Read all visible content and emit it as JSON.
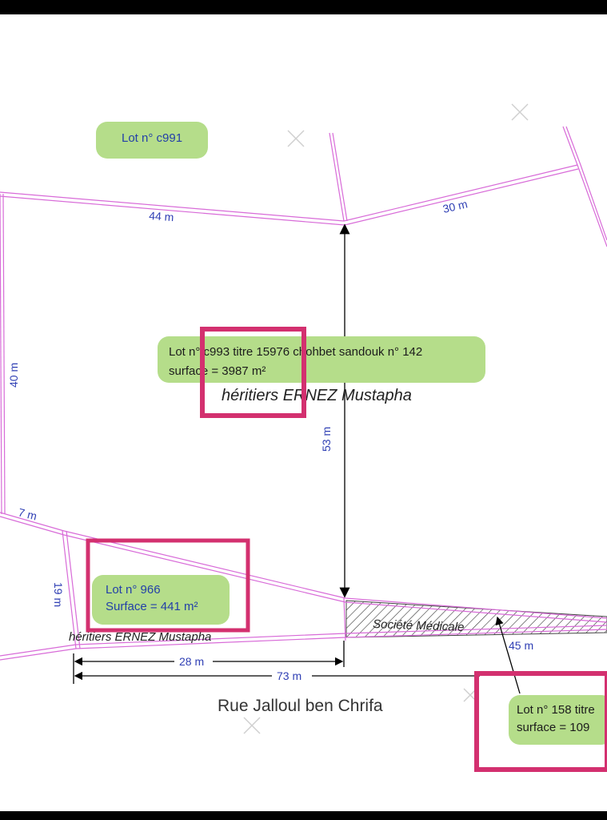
{
  "lots": {
    "c991": {
      "label": "Lot n° c991"
    },
    "c993": {
      "line1": "Lot n° c993 titre 15976 chohbet sandouk n° 142",
      "line2": "surface = 3987 m²",
      "owner": "héritiers ERNEZ Mustapha"
    },
    "lot966": {
      "line1": "Lot n° 966",
      "line2": "Surface = 441 m²",
      "owner": "héritiers ERNEZ Mustapha"
    },
    "lot158": {
      "line1": "Lot n° 158 titre",
      "line2": "surface = 109"
    }
  },
  "societe": "Société Médicale",
  "street": "Rue Jalloul ben Chrifa",
  "dimensions": {
    "d44": "44 m",
    "d30": "30 m",
    "d40": "40 m",
    "d53": "53 m",
    "d7": "7 m",
    "d19": "19 m",
    "d28": "28 m",
    "d73": "73 m",
    "d45": "45 m"
  },
  "colors": {
    "parcel_line": "#d86bd8",
    "label_bg": "#b5dd8a",
    "highlight": "#d3306f",
    "dimension_text": "#2f3fb4"
  }
}
